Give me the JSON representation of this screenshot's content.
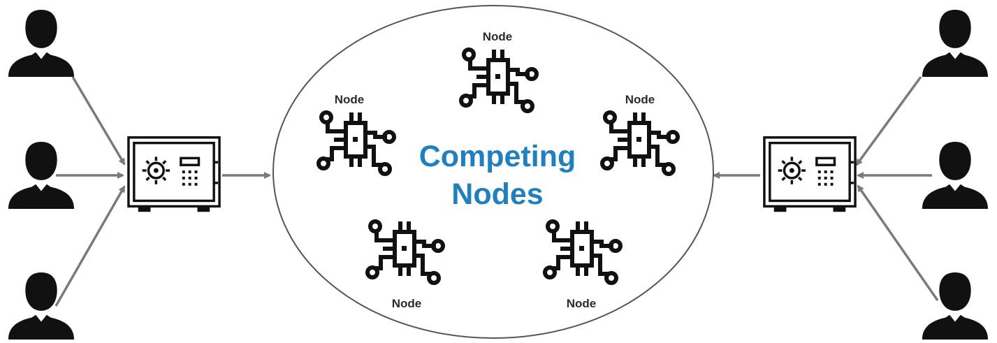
{
  "diagram": {
    "center_title_line1": "Competing",
    "center_title_line2": "Nodes",
    "node_labels": [
      "Node",
      "Node",
      "Node",
      "Node",
      "Node"
    ]
  },
  "colors": {
    "title": "#1f7fbf",
    "arrow": "#7a7a7a",
    "ellipse_stroke": "#555555",
    "icon": "#111111"
  },
  "icons": {
    "user": "user-silhouette-icon",
    "vault": "safe-vault-icon",
    "node": "circuit-chip-icon"
  }
}
